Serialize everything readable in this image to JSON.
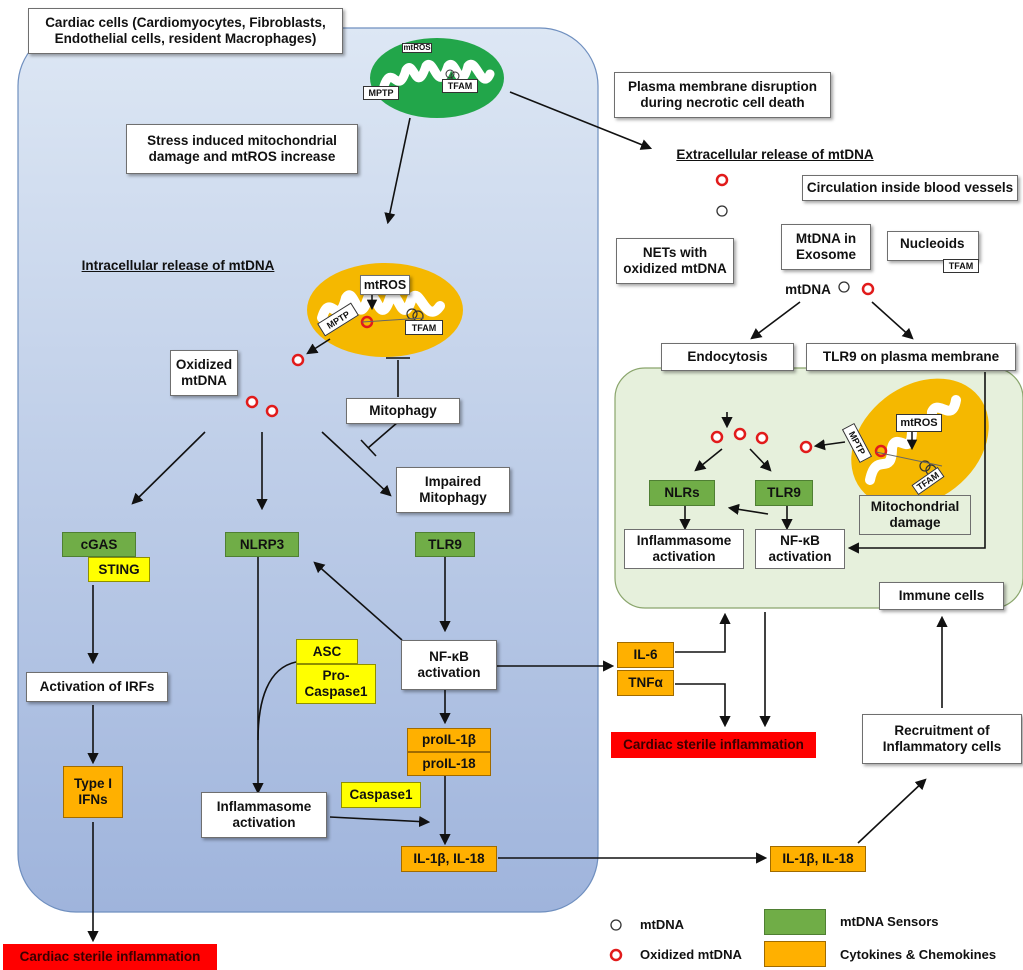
{
  "colors": {
    "cell_fill_top": "#dde7f4",
    "cell_fill_bottom": "#9fb4dc",
    "immune_fill": "#e6f0dc",
    "sensor_green": "#70ad47",
    "cytokine_orange": "#ffb000",
    "adaptor_yellow": "#ffff00",
    "inflammation_red": "#ff0000",
    "mito_healthy": "#22a64a",
    "mito_damaged": "#f5b800",
    "oxidized_ring": "#e11b1b"
  },
  "labels": {
    "cardiac_cells": "Cardiac cells (Cardiomyocytes, Fibroblasts,\nEndothelial cells, resident Macrophages)",
    "mito_top_mtros": "mtROS",
    "mito_top_mptp": "MPTP",
    "mito_top_tfam": "TFAM",
    "stress_damage": "Stress induced mitochondrial\ndamage and mtROS increase",
    "intracellular_release": "Intracellular release of mtDNA",
    "mito_mid_mtros": "mtROS",
    "mito_mid_mptp": "MPTP",
    "mito_mid_tfam": "TFAM",
    "oxidized_mtdna": "Oxidized\nmtDNA",
    "mitophagy": "Mitophagy",
    "impaired_mitophagy": "Impaired\nMitophagy",
    "cgas": "cGAS",
    "sting": "STING",
    "nlrp3": "NLRP3",
    "tlr9_left": "TLR9",
    "asc": "ASC",
    "pro_caspase1": "Pro-\nCaspase1",
    "nfkb_left": "NF-κB\nactivation",
    "activation_irfs": "Activation of IRFs",
    "prol1b": "proIL-1β",
    "prol18": "proIL-18",
    "type1_ifns": "Type I\nIFNs",
    "caspase1": "Caspase1",
    "inflammasome_left": "Inflammasome\nactivation",
    "il1b_il18_left": "IL-1β, IL-18",
    "cardiac_sterile_bottom": "Cardiac sterile inflammation",
    "plasma_membrane": "Plasma membrane disruption\nduring necrotic cell death",
    "extracellular_release": "Extracellular release of mtDNA",
    "circulation": "Circulation inside blood vessels",
    "nets": "NETs with\noxidized mtDNA",
    "exosome": "MtDNA in\nExosome",
    "nucleoids": "Nucleoids",
    "nucleoids_tfam": "TFAM",
    "mtdna_label": "mtDNA",
    "endocytosis": "Endocytosis",
    "tlr9_membrane": "TLR9 on plasma membrane",
    "mito_right_mtros": "mtROS",
    "mito_right_mptp": "MPTP",
    "mito_right_tfam": "TFAM",
    "nlrs": "NLRs",
    "tlr9_right": "TLR9",
    "mito_damage": "Mitochondrial\ndamage",
    "inflammasome_right": "Inflammasome\nactivation",
    "nfkb_right": "NF-κB\nactivation",
    "immune_cells": "Immune cells",
    "il6": "IL-6",
    "tnfa": "TNFα",
    "cardiac_sterile_mid": "Cardiac sterile inflammation",
    "recruitment": "Recruitment of\nInflammatory cells",
    "il1b_il18_right": "IL-1β, IL-18"
  },
  "legend": {
    "mtdna": "mtDNA",
    "oxidized_mtdna": "Oxidized mtDNA",
    "sensors": "mtDNA Sensors",
    "cytokines": "Cytokines & Chemokines"
  }
}
